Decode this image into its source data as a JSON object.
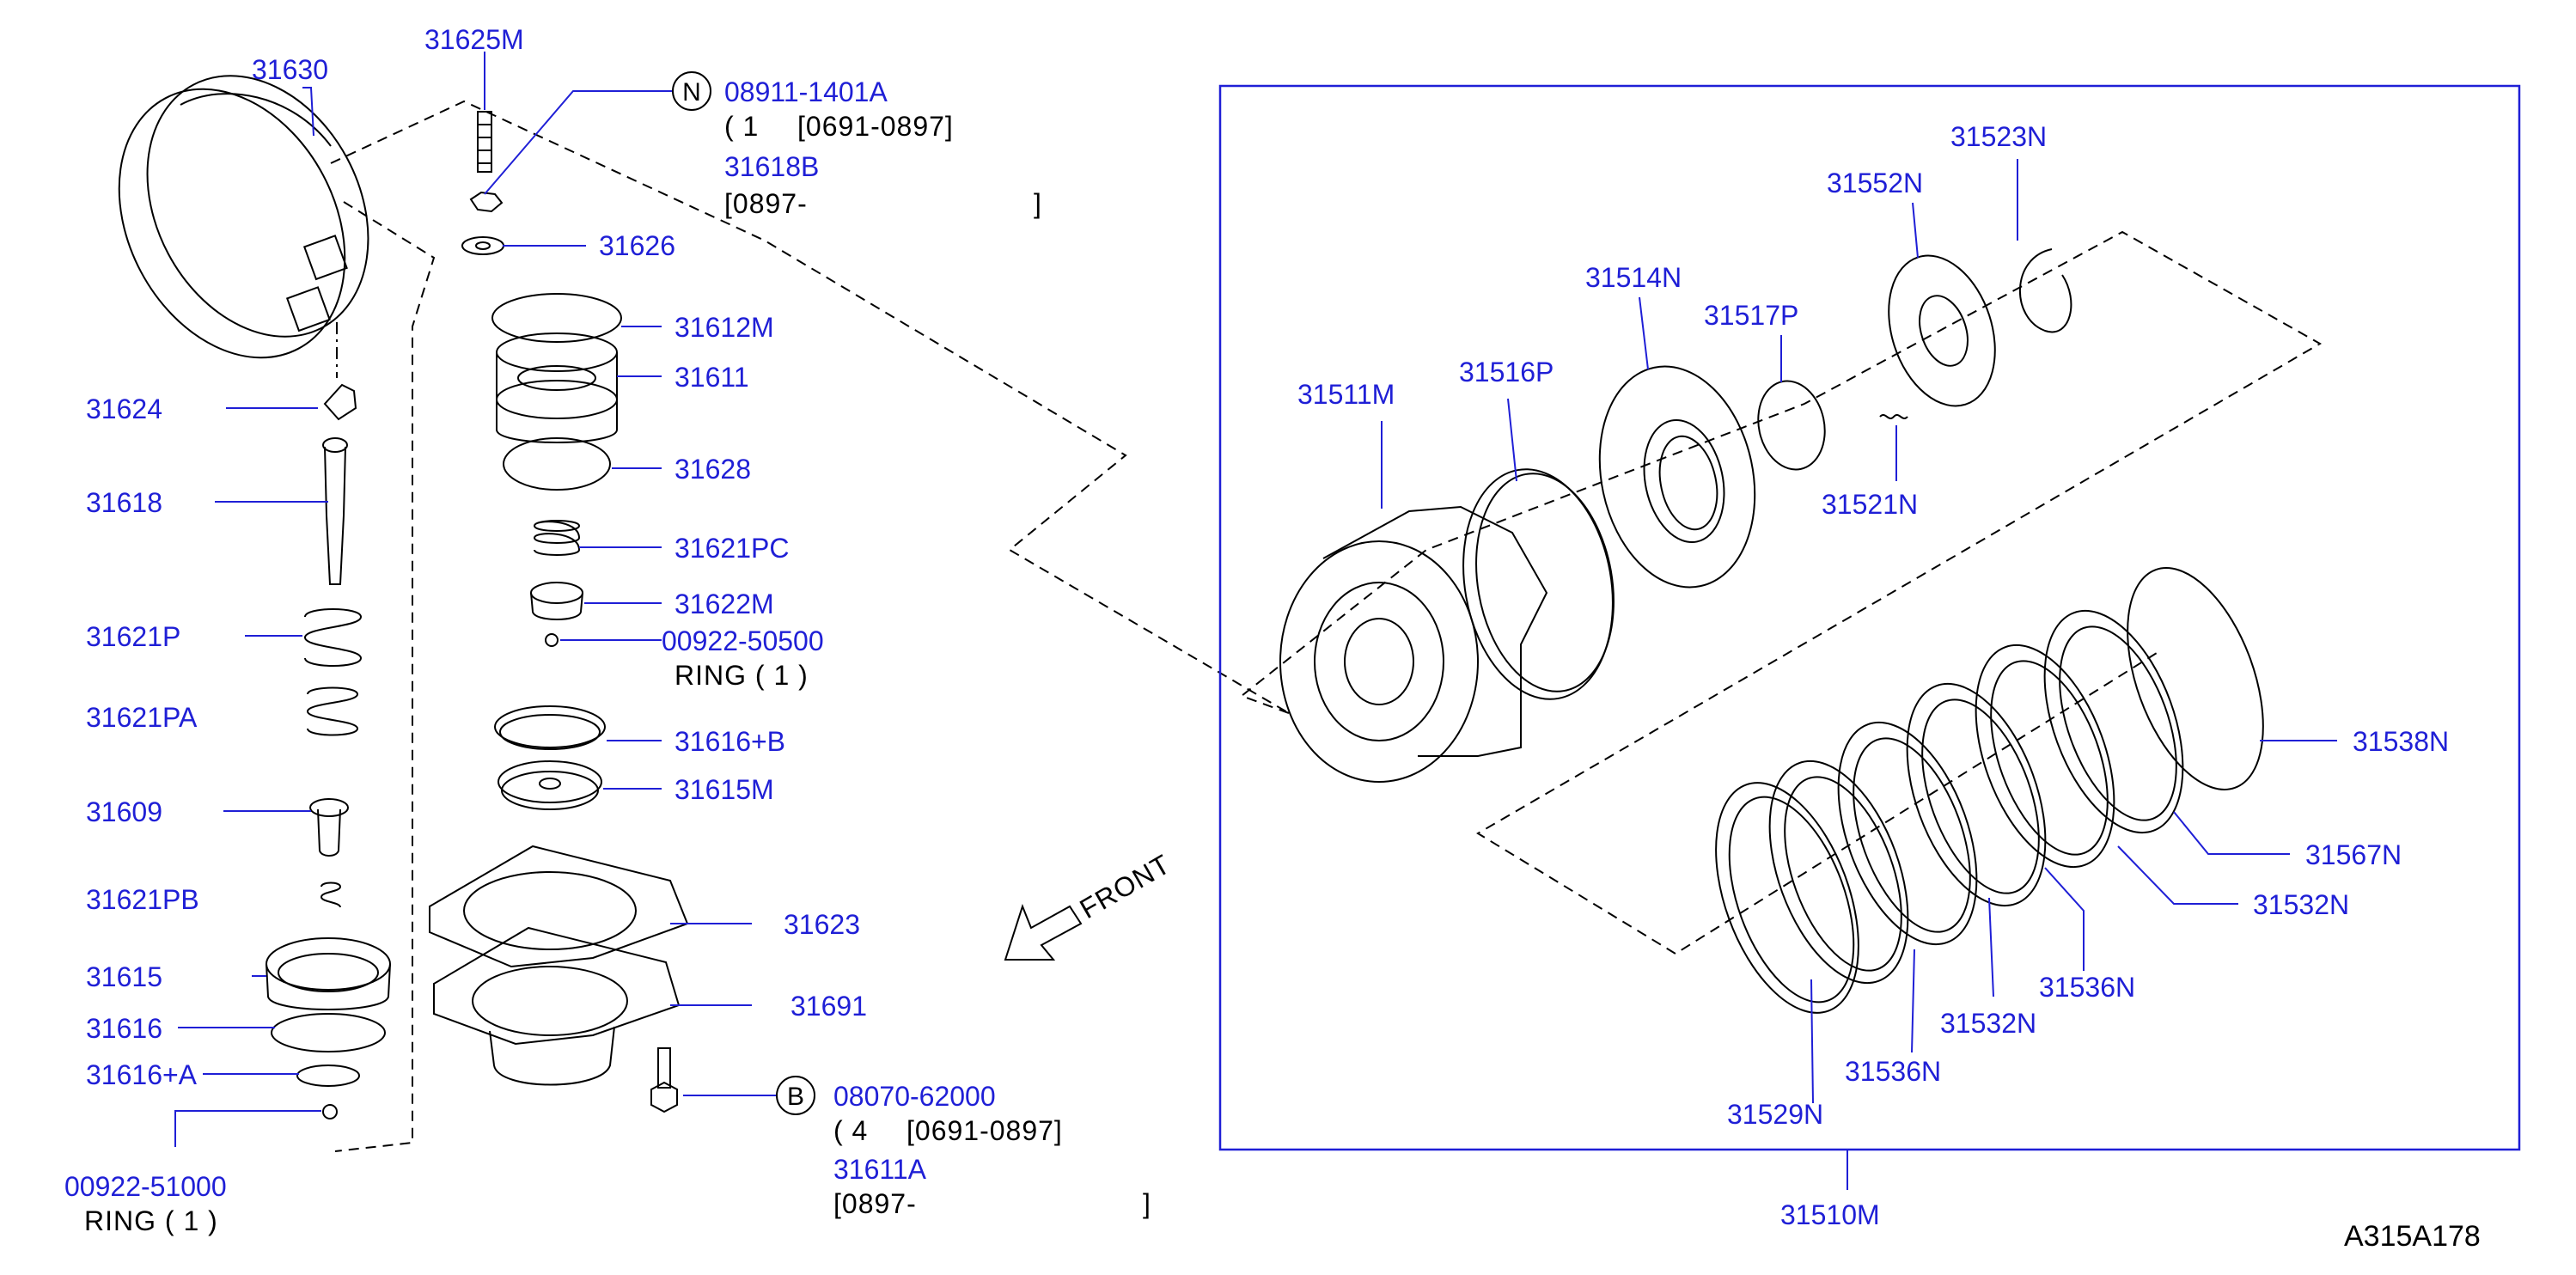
{
  "diagram_id": "A315A178",
  "parts": {
    "p31630": "31630",
    "p31625M": "31625M",
    "p31626": "31626",
    "p31612M": "31612M",
    "p31611": "31611",
    "p31628": "31628",
    "p31621PC": "31621PC",
    "p31622M": "31622M",
    "p00922_50500": "00922-50500",
    "ring1_text": "RING ( 1 )",
    "p31616B": "31616+B",
    "p31615M": "31615M",
    "p31623": "31623",
    "p31691": "31691",
    "p31624": "31624",
    "p31618": "31618",
    "p31621P": "31621P",
    "p31621PA": "31621PA",
    "p31609": "31609",
    "p31621PB": "31621PB",
    "p31615": "31615",
    "p31616": "31616",
    "p31616A": "31616+A",
    "p00922_51000": "00922-51000",
    "ring2_text": "RING ( 1 )",
    "p31511M": "31511M",
    "p31516P": "31516P",
    "p31514N": "31514N",
    "p31517P": "31517P",
    "p31552N": "31552N",
    "p31523N": "31523N",
    "p31521N": "31521N",
    "p31538N": "31538N",
    "p31567N": "31567N",
    "p31532N_a": "31532N",
    "p31536N_a": "31536N",
    "p31532N_b": "31532N",
    "p31536N_b": "31536N",
    "p31529N": "31529N",
    "p31510M": "31510M"
  },
  "callouts": {
    "n_letter": "N",
    "n_part": "08911-1401A",
    "n_qty": "( 1",
    "n_range1": "[0691-0897]",
    "n_alt": "31618B",
    "n_range2_open": "[0897-",
    "n_range2_close": "]",
    "b_letter": "B",
    "b_part": "08070-62000",
    "b_qty": "( 4",
    "b_range1": "[0691-0897]",
    "b_alt": "31611A",
    "b_range2_open": "[0897-",
    "b_range2_close": "]"
  },
  "direction_label": "FRONT",
  "colors": {
    "label": "#1f1fd6",
    "line": "#000000",
    "frame": "#1f1fd6"
  }
}
